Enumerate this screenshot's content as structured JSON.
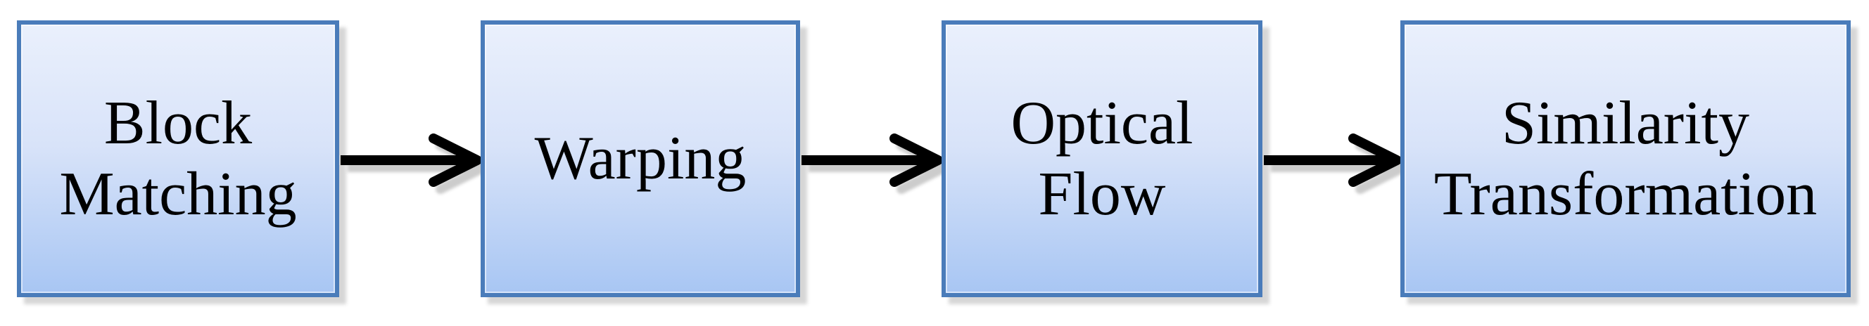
{
  "diagram": {
    "type": "flowchart",
    "direction": "left-to-right"
  },
  "nodes": [
    {
      "id": "block-matching",
      "label": "Block Matching",
      "lines": [
        "Block",
        "Matching"
      ]
    },
    {
      "id": "warping",
      "label": "Warping",
      "lines": [
        "Warping"
      ]
    },
    {
      "id": "optical-flow",
      "label": "Optical Flow",
      "lines": [
        "Optical",
        "Flow"
      ]
    },
    {
      "id": "similarity-transformation",
      "label": "Similarity Transformation",
      "lines": [
        "Similarity",
        "Transformation"
      ]
    }
  ],
  "edges": [
    {
      "from": "Block Matching",
      "to": "Warping"
    },
    {
      "from": "Warping",
      "to": "Optical Flow"
    },
    {
      "from": "Optical Flow",
      "to": "Similarity Transformation"
    }
  ],
  "colors": {
    "background": "#ffffff",
    "node_border": "#4a7cba",
    "node_fill_top": "#eaf0fc",
    "node_fill_mid": "#d8e3f9",
    "node_fill_bottom": "#a8c6f3",
    "node_text": "#000000",
    "arrow": "#000000",
    "shadow": "#d9d9d9"
  }
}
